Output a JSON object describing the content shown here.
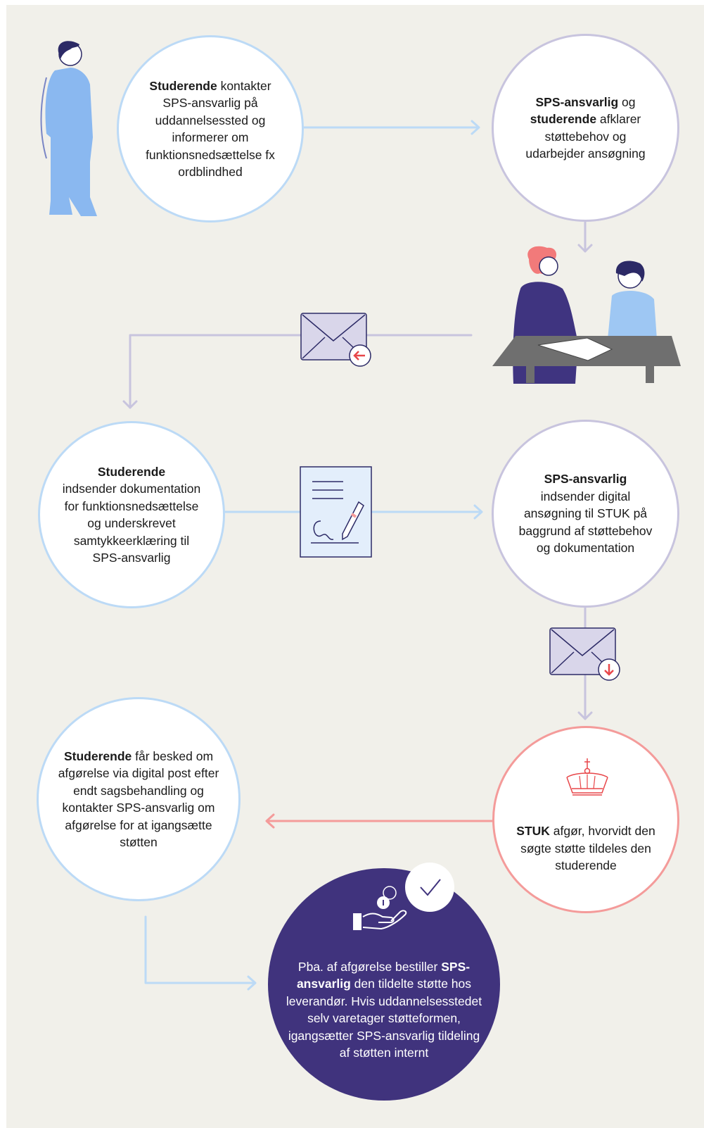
{
  "steps": {
    "s1": {
      "bold": "Studerende",
      "rest": " kontakter SPS-ansvarlig på uddannelsessted og informerer om funktionsnedsættelse fx ordblindhed"
    },
    "s2": {
      "bold1": "SPS-ansvarlig",
      "mid1": " og ",
      "bold2": "studerende",
      "rest": " afklarer støttebehov og udarbejder ansøgning"
    },
    "s3": {
      "bold": "Studerende",
      "rest": "indsender dokumentation for funktionsnedsættelse og underskrevet samtykkeerklæring til SPS-ansvarlig"
    },
    "s4": {
      "bold": "SPS-ansvarlig",
      "rest": "indsender digital ansøgning til STUK på baggrund af støttebehov og dokumentation"
    },
    "s5": {
      "bold": "STUK",
      "rest": " afgør, hvorvidt den søgte støtte tildeles den studerende"
    },
    "s6": {
      "bold": "Studerende",
      "rest": " får besked om afgørelse via digital post efter endt sagsbehandling og kontakter SPS-ansvarlig om afgørelse for at igangsætte støtten"
    },
    "s7": {
      "pre": "Pba. af afgørelse bestiller ",
      "bold": "SPS-ansvarlig",
      "rest": " den tildelte støtte hos leverandør. Hvis uddannelsesstedet selv varetager støtteformen, igangsætter SPS-ansvarlig tildeling af støtten internt"
    }
  },
  "icons": [
    "student-figure",
    "meeting-illustration",
    "envelope-return-icon",
    "signed-document-icon",
    "envelope-download-icon",
    "crown-icon",
    "coins-hand-icon",
    "checkmark-icon"
  ],
  "colors": {
    "background": "#f1f0ea",
    "blue": "#bcdaf6",
    "lavender": "#c8c4de",
    "pink": "#f49b9a",
    "dark": "#40337d"
  }
}
